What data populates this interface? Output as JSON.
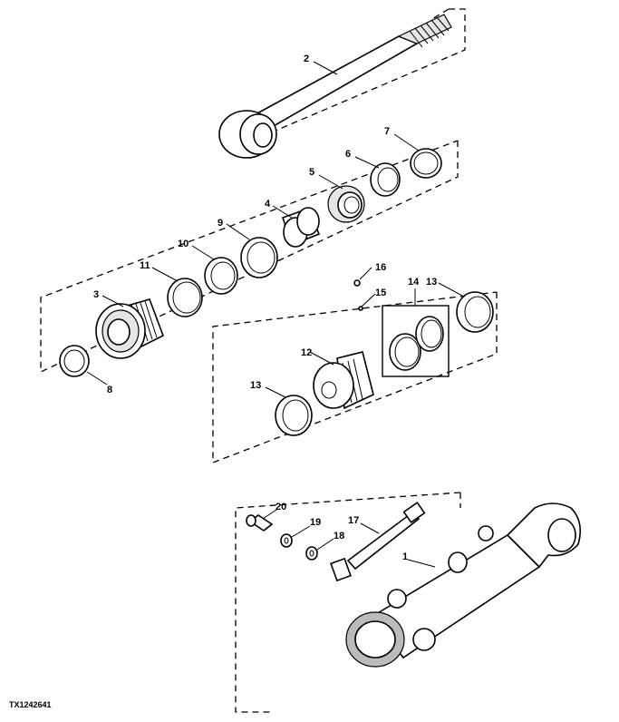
{
  "figure_id": "TX1242641",
  "callouts": {
    "c1": "1",
    "c2": "2",
    "c3": "3",
    "c4": "4",
    "c5": "5",
    "c6": "6",
    "c7": "7",
    "c8": "8",
    "c9": "9",
    "c10": "10",
    "c11": "11",
    "c12": "12",
    "c13a": "13",
    "c13b": "13",
    "c14": "14",
    "c15": "15",
    "c16": "16",
    "c17": "17",
    "c18": "18",
    "c19": "19",
    "c20": "20"
  }
}
